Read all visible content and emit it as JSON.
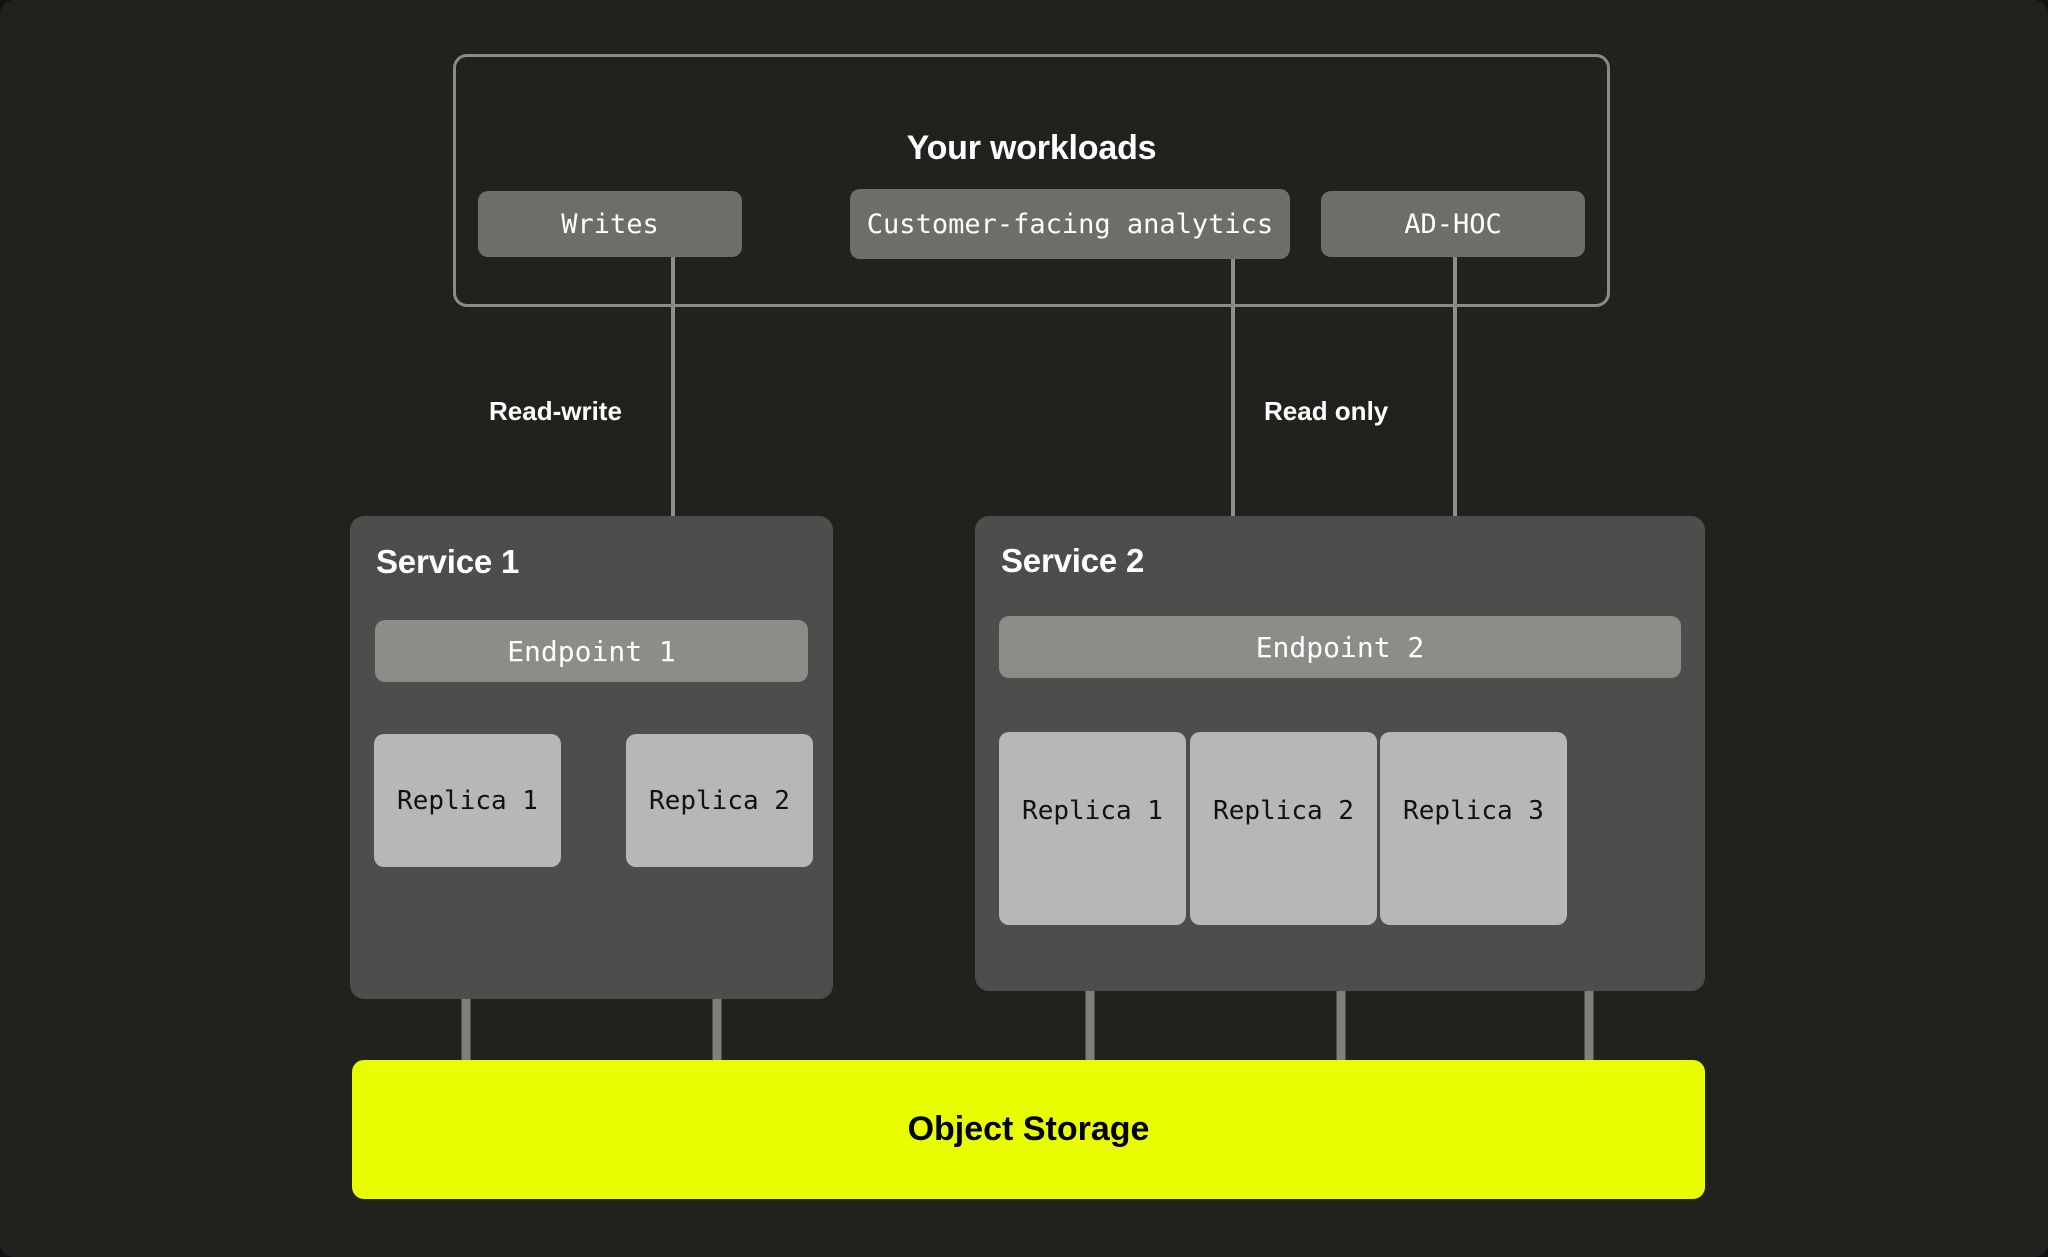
{
  "diagram": {
    "background_color": "#21221E",
    "accent_color": "#E9FF00",
    "panel_color": "#4D4D4B",
    "chip_color": "#6D6D6A",
    "endpoint_color": "#8C8C89",
    "replica_color": "#B7B7B5",
    "connector_color": "#7E7E7A"
  },
  "workloads": {
    "title": "Your workloads",
    "items": [
      {
        "label": "Writes"
      },
      {
        "label": "Customer-facing analytics"
      },
      {
        "label": "AD-HOC"
      }
    ]
  },
  "edge_labels": {
    "read_write": "Read-write",
    "read_only": "Read only"
  },
  "services": [
    {
      "title": "Service 1",
      "endpoint": "Endpoint 1",
      "replicas": [
        {
          "label": "Replica 1"
        },
        {
          "label": "Replica 2"
        }
      ]
    },
    {
      "title": "Service 2",
      "endpoint": "Endpoint 2",
      "replicas": [
        {
          "label": "Replica 1"
        },
        {
          "label": "Replica 2"
        },
        {
          "label": "Replica 3"
        }
      ]
    }
  ],
  "storage": {
    "label": "Object Storage"
  }
}
